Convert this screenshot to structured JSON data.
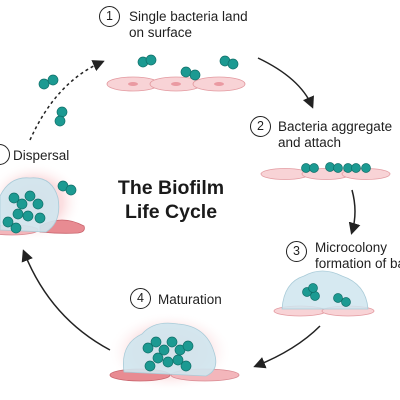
{
  "title": {
    "line1": "The Biofilm",
    "line2": "Life Cycle"
  },
  "steps": [
    {
      "number": "1",
      "line1": "Single bacteria land",
      "line2": "on surface"
    },
    {
      "number": "2",
      "line1": "Bacteria aggregate",
      "line2": "and attach"
    },
    {
      "number": "3",
      "line1": "Microcolony",
      "line2": "formation of ba"
    },
    {
      "number": "4",
      "line1": "Maturation"
    },
    {
      "number": "",
      "line1": "Dispersal"
    }
  ],
  "colors": {
    "bacteria": "#1c9a92",
    "bacteria_dark": "#0f6f69",
    "surface_cell": "#f6c9cc",
    "surface_cell_dark": "#d97b82",
    "matrix": "#cfe5ee",
    "glow": "#f3a1a6",
    "arrow": "#222222"
  }
}
